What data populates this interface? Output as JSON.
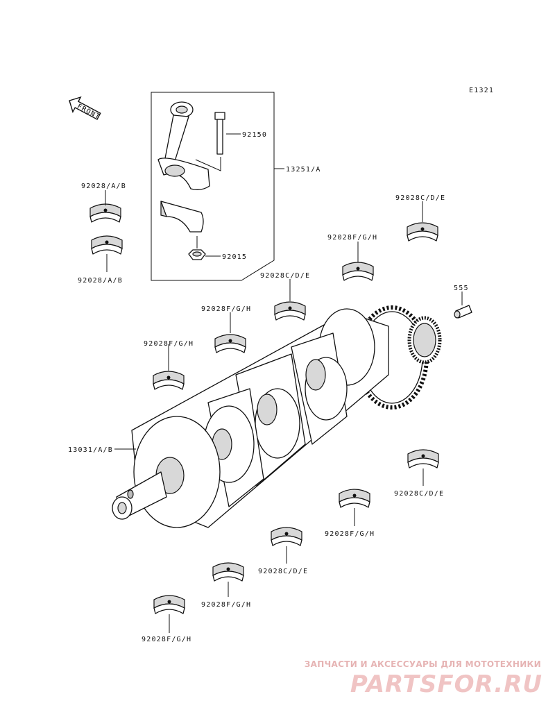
{
  "diagram_code": "E1321",
  "front_label": "FRONT",
  "callouts": {
    "bolt": "92150",
    "conrod_assy": "13251/A",
    "nut": "92015",
    "conrod_bearing_upper": "92028/A/B",
    "conrod_bearing_lower": "92028/A/B",
    "main_bearing_cde_1": "92028C/D/E",
    "main_bearing_fgh_1": "92028F/G/H",
    "main_bearing_cde_2": "92028C/D/E",
    "main_bearing_fgh_2": "92028F/G/H",
    "main_bearing_fgh_3": "92028F/G/H",
    "dowel_pin": "555",
    "crankshaft": "13031/A/B",
    "main_bearing_cde_3": "92028C/D/E",
    "main_bearing_fgh_4": "92028F/G/H",
    "main_bearing_cde_4": "92028C/D/E",
    "main_bearing_fgh_5": "92028F/G/H",
    "main_bearing_fgh_6": "92028F/G/H"
  },
  "watermark": {
    "tagline": "ЗАПЧАСТИ И АКСЕССУАРЫ ДЛЯ МОТОТЕХНИКИ",
    "logo": "PARTSFOR.RU"
  }
}
